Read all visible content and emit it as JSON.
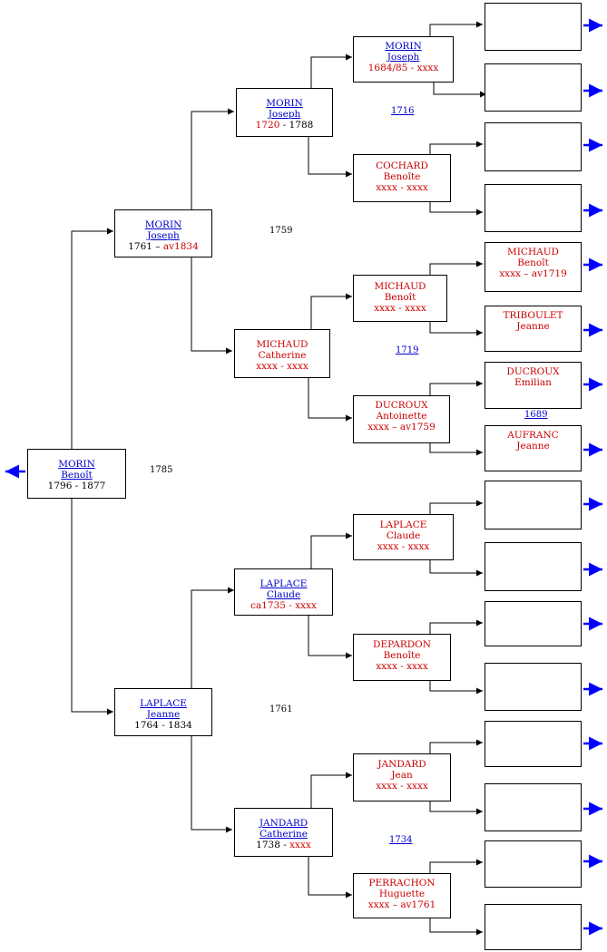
{
  "root": {
    "surname": "MORIN",
    "given": "Benoît",
    "dates": "1796 - 1877"
  },
  "gen1": {
    "father": {
      "surname": "MORIN",
      "given": "Joseph",
      "dates_a": "1761 – ",
      "dates_b": "av1834"
    },
    "mother": {
      "surname": "LAPLACE",
      "given": "Jeanne",
      "dates": "1764 - 1834"
    },
    "marriage": "1785"
  },
  "gen2": {
    "pp": {
      "surname": "MORIN",
      "given": "Joseph",
      "dates_a": "1720",
      "dates_b": " - 1788"
    },
    "pm": {
      "surname": "MICHAUD",
      "given": "Catherine",
      "dates": "xxxx - xxxx"
    },
    "mp": {
      "surname": "LAPLACE",
      "given": "Claude",
      "dates": "ca1735 - xxxx"
    },
    "mm": {
      "surname": "JANDARD",
      "given": "Catherine",
      "dates_a": "1738 - ",
      "dates_b": "xxxx"
    },
    "marriage_p": "1759",
    "marriage_m": "1761"
  },
  "gen3": {
    "a": {
      "surname": "MORIN",
      "given": "Joseph",
      "dates": "1684/85 - xxxx"
    },
    "b": {
      "surname": "COCHARD",
      "given": "Benoîte",
      "dates": "xxxx - xxxx"
    },
    "c": {
      "surname": "MICHAUD",
      "given": "Benoît",
      "dates": "xxxx - xxxx"
    },
    "d": {
      "surname": "DUCROUX",
      "given": "Antoinette",
      "dates": "xxxx – av1759"
    },
    "e": {
      "surname": "LAPLACE",
      "given": "Claude",
      "dates": "xxxx - xxxx"
    },
    "f": {
      "surname": "DEPARDON",
      "given": "Benoîte",
      "dates": "xxxx - xxxx"
    },
    "g": {
      "surname": "JANDARD",
      "given": "Jean",
      "dates": "xxxx - xxxx"
    },
    "h": {
      "surname": "PERRACHON",
      "given": "Huguette",
      "dates": "xxxx – av1761"
    },
    "marriage_ab": "1716",
    "marriage_cd": "1719",
    "marriage_gh": "1734"
  },
  "gen4": {
    "c1": {
      "surname": "MICHAUD",
      "given": "Benoît",
      "dates": "xxxx – av1719"
    },
    "c2": {
      "surname": "TRIBOULET",
      "given": "Jeanne"
    },
    "d1": {
      "surname": "DUCROUX",
      "given": "Emilian"
    },
    "d2": {
      "surname": "AUFRANC",
      "given": "Jeanne"
    },
    "marriage_d": "1689"
  },
  "colors": {
    "link": "#0000cc",
    "unknown": "#cc0000",
    "arrow": "#0000ff"
  }
}
